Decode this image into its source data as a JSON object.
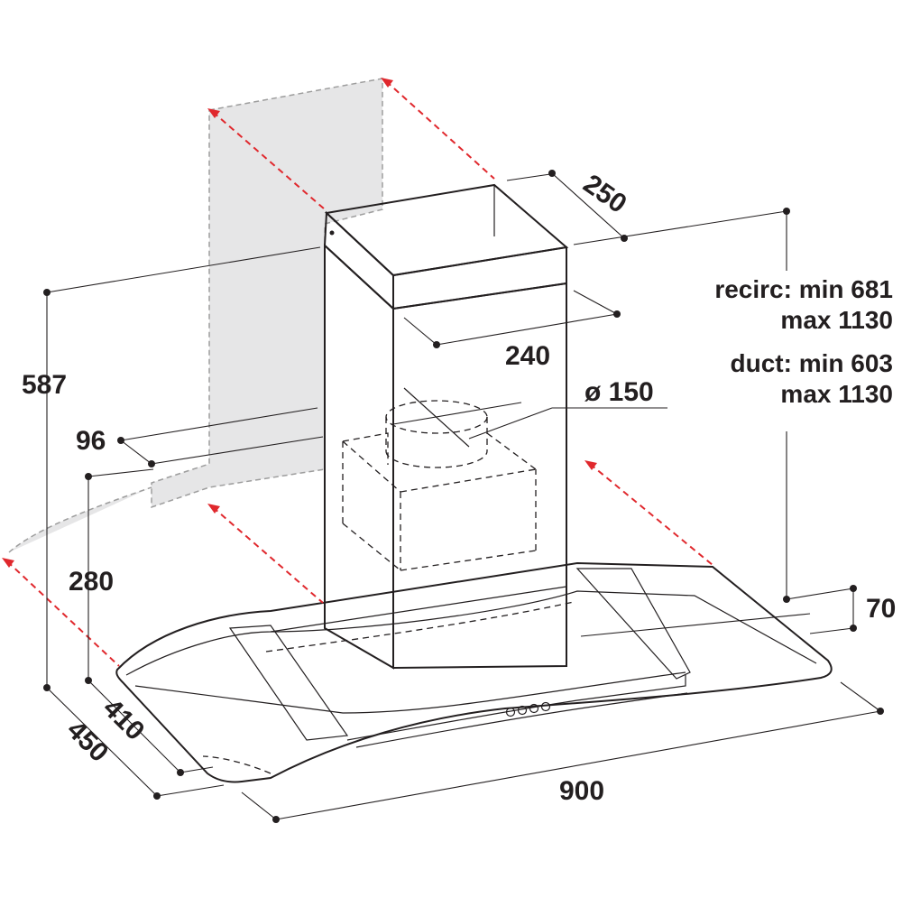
{
  "dimensions": {
    "chimney_depth": "250",
    "chimney_width": "240",
    "outlet_diameter": "ø 150",
    "outlet_offset": "96",
    "total_height": "587",
    "canopy_height": "280",
    "front_thickness": "70",
    "depth_inner": "410",
    "depth_total": "450",
    "width": "900"
  },
  "notes": {
    "recirc_min": "recirc: min 681",
    "recirc_max": "max 1130",
    "duct_min": "duct: min 603",
    "duct_max": "max 1130"
  },
  "colors": {
    "line": "#231f20",
    "arrow": "#e0282d",
    "wall": "#e6e6e7",
    "glass": "#d6d6d6"
  }
}
